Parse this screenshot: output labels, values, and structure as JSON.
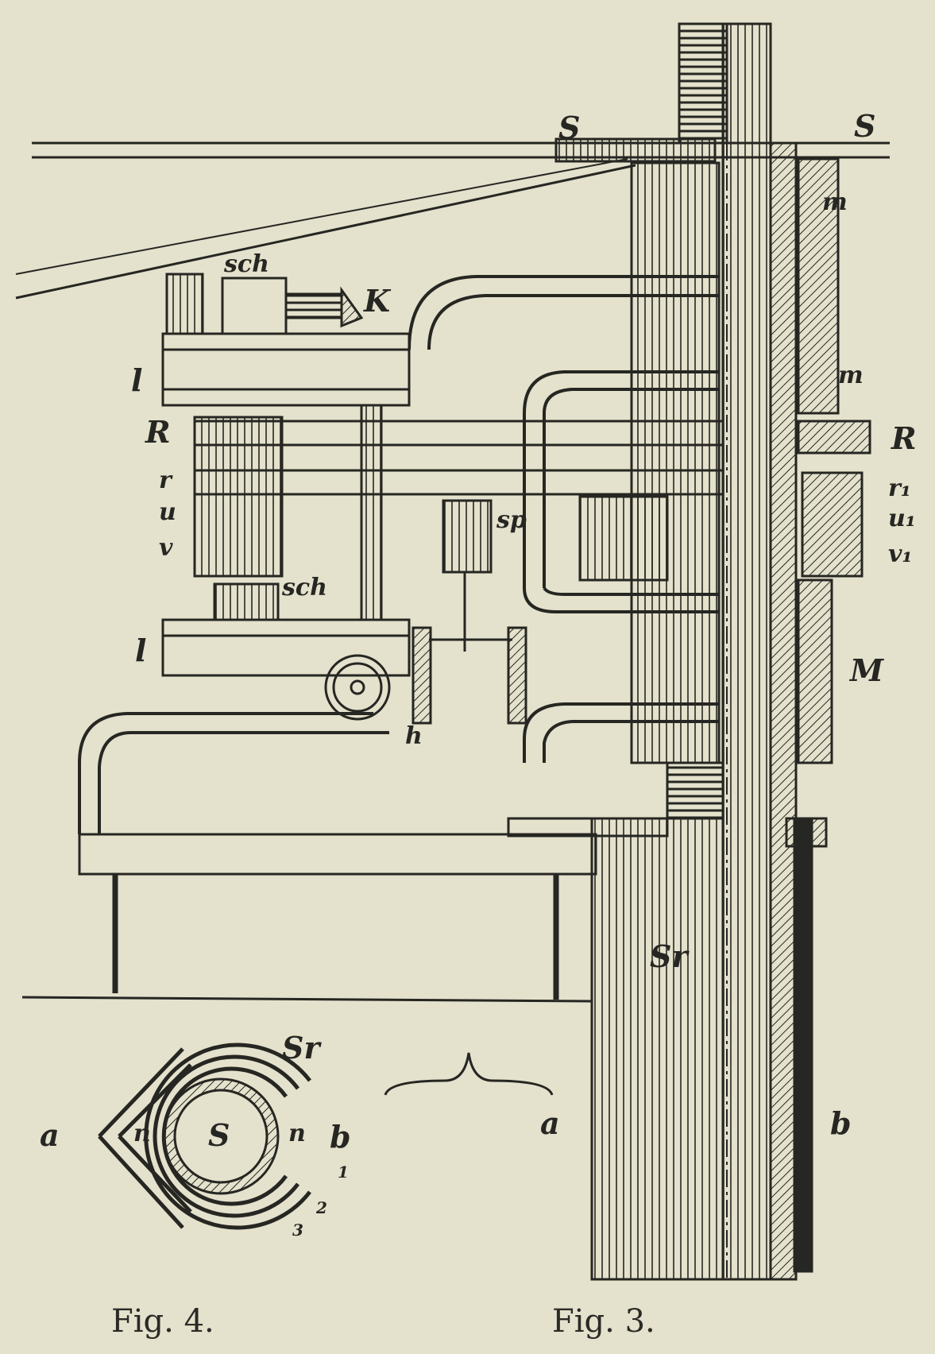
{
  "fig3": {
    "caption": "Fig. 3.",
    "labels": {
      "S_left": "S",
      "S_right": "S",
      "m_top": "m",
      "m_bottom": "m",
      "sch_top": "sch",
      "K": "K",
      "l_top": "l",
      "R_left": "R",
      "R_right": "R",
      "r": "r",
      "r1": "r₁",
      "u": "u",
      "u1": "u₁",
      "v": "v",
      "v1": "v₁",
      "sp": "sp",
      "sch_bottom": "sch",
      "l_bottom": "l",
      "M": "M",
      "h": "h",
      "Sr": "Sr",
      "a": "a",
      "b": "b"
    }
  },
  "fig4": {
    "caption": "Fig. 4.",
    "labels": {
      "Sr": "Sr",
      "a": "a",
      "b": "b",
      "S": "S",
      "n_left": "n",
      "n_right": "n",
      "one": "1",
      "two": "2",
      "three": "3"
    }
  },
  "colors": {
    "paper": "#e4e1cc",
    "ink": "#262622"
  }
}
